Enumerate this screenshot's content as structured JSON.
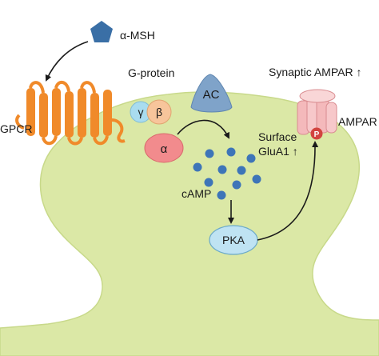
{
  "labels": {
    "ligand": "α-MSH",
    "g_protein": "G-protein",
    "receptor": "GPCR",
    "adenylyl_cyclase": "AC",
    "gamma": "γ",
    "beta": "β",
    "alpha": "α",
    "camp": "cAMP",
    "pka": "PKA",
    "synaptic_ampar": "Synaptic AMPAR ↑",
    "surface_line1": "Surface",
    "surface_line2": "GluA1 ↑",
    "ampar": "AMPAR",
    "phospho": "P"
  },
  "colors": {
    "spine_fill": "#dbe8a6",
    "spine_stroke": "#c8d98a",
    "ligand": "#3a6fa6",
    "gpcr": "#f08a2a",
    "gamma": "#a9dcef",
    "beta": "#f7c59b",
    "alpha": "#f28b8d",
    "ac": "#7fa3c9",
    "camp": "#3e75b8",
    "pka": "#bfe3f3",
    "ampar": "#f4b9bb",
    "phospho": "#d2443f"
  }
}
